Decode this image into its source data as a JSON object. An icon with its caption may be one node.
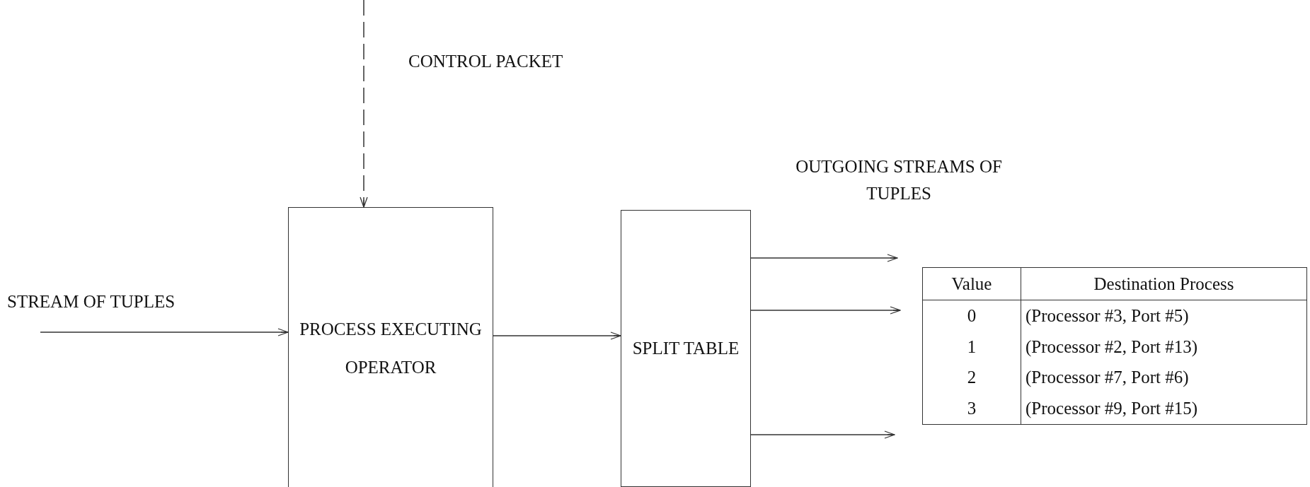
{
  "diagram": {
    "nodes": [
      {
        "text": [
          "PROCESS EXECUTING OPERATOR"
        ]
      },
      {
        "text": [
          "SPLIT TABLE"
        ]
      }
    ],
    "edges": [
      {
        "from": null,
        "to": 0,
        "arrow": "to",
        "label": "CONTROL PACKET",
        "style": "dashed"
      },
      {
        "from": null,
        "to": 0,
        "arrow": "to",
        "label": "STREAM OF TUPLES"
      },
      {
        "from": 0,
        "to": 1,
        "arrow": "to"
      },
      {
        "from": 1,
        "to": null,
        "arrow": "to"
      },
      {
        "from": 1,
        "to": null,
        "arrow": "to"
      },
      {
        "from": 1,
        "to": null,
        "arrow": "to"
      }
    ],
    "labels": [
      "OUTGOING STREAMS OF TUPLES",
      "Value",
      "Destination Process",
      "0",
      "(Processor #3, Port #5)",
      "1",
      "(Processor #2, Port #13)",
      "2",
      "(Processor #7, Port #6)",
      "3",
      "(Processor #9, Port #15)"
    ]
  }
}
